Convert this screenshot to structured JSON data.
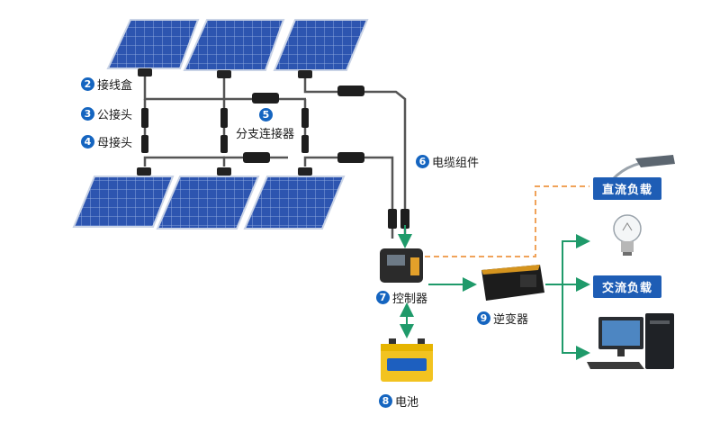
{
  "labels": {
    "junction_box": {
      "num": "2",
      "text": "接线盒"
    },
    "male_connector": {
      "num": "3",
      "text": "公接头"
    },
    "female_connector": {
      "num": "4",
      "text": "母接头"
    },
    "branch_connector": {
      "num": "5",
      "text": "分支连接器"
    },
    "cable_assembly": {
      "num": "6",
      "text": "电缆组件"
    },
    "controller": {
      "num": "7",
      "text": "控制器"
    },
    "battery": {
      "num": "8",
      "text": "电池"
    },
    "inverter": {
      "num": "9",
      "text": "逆变器"
    }
  },
  "loads": {
    "dc_load": "直流负载",
    "ac_load": "交流负载"
  },
  "colors": {
    "badge": "#1565c0",
    "tag": "#1e5db5",
    "flow_arrow": "#1f9a6a",
    "dc_dashed": "#f0a35a",
    "panel": "#2a4fa6",
    "cable": "#555555"
  }
}
